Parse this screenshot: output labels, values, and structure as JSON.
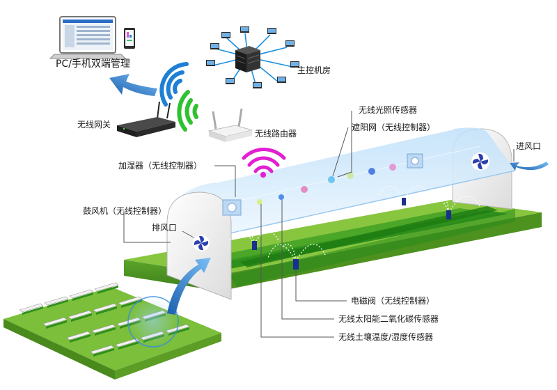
{
  "labels": {
    "pc_mobile": "PC/手机双端管理",
    "control_room": "主控机房",
    "wireless_gateway": "无线网关",
    "wireless_router": "无线路由器",
    "light_sensor": "无线光照传感器",
    "shade_net": "遮阳网（无线控制器）",
    "humidifier": "加湿器（无线控制器）",
    "air_inlet": "进风口",
    "blower": "鼓风机（无线控制器）",
    "exhaust": "排风口",
    "solenoid_valve": "电磁阀（无线控制器）",
    "co2_sensor": "无线太阳能二氧化碳传感器",
    "soil_sensor": "无线土壤温度/湿度传感器"
  },
  "colors": {
    "wifi_blue": "#1f7fd6",
    "wifi_green": "#2fc22f",
    "wifi_magenta": "#e21fd2",
    "arrow_blue": "#2a7fd0",
    "field_green": "#2f9a1e",
    "base_green": "#7dc23a",
    "dome_blue": "#cfe7fb",
    "fan_blue": "#2b3fae"
  },
  "icons": [
    "laptop-icon",
    "phone-icon",
    "server-icon",
    "computer-icon",
    "router-icon",
    "gateway-icon",
    "fan-icon",
    "sprinkler-icon",
    "wifi-icon"
  ]
}
